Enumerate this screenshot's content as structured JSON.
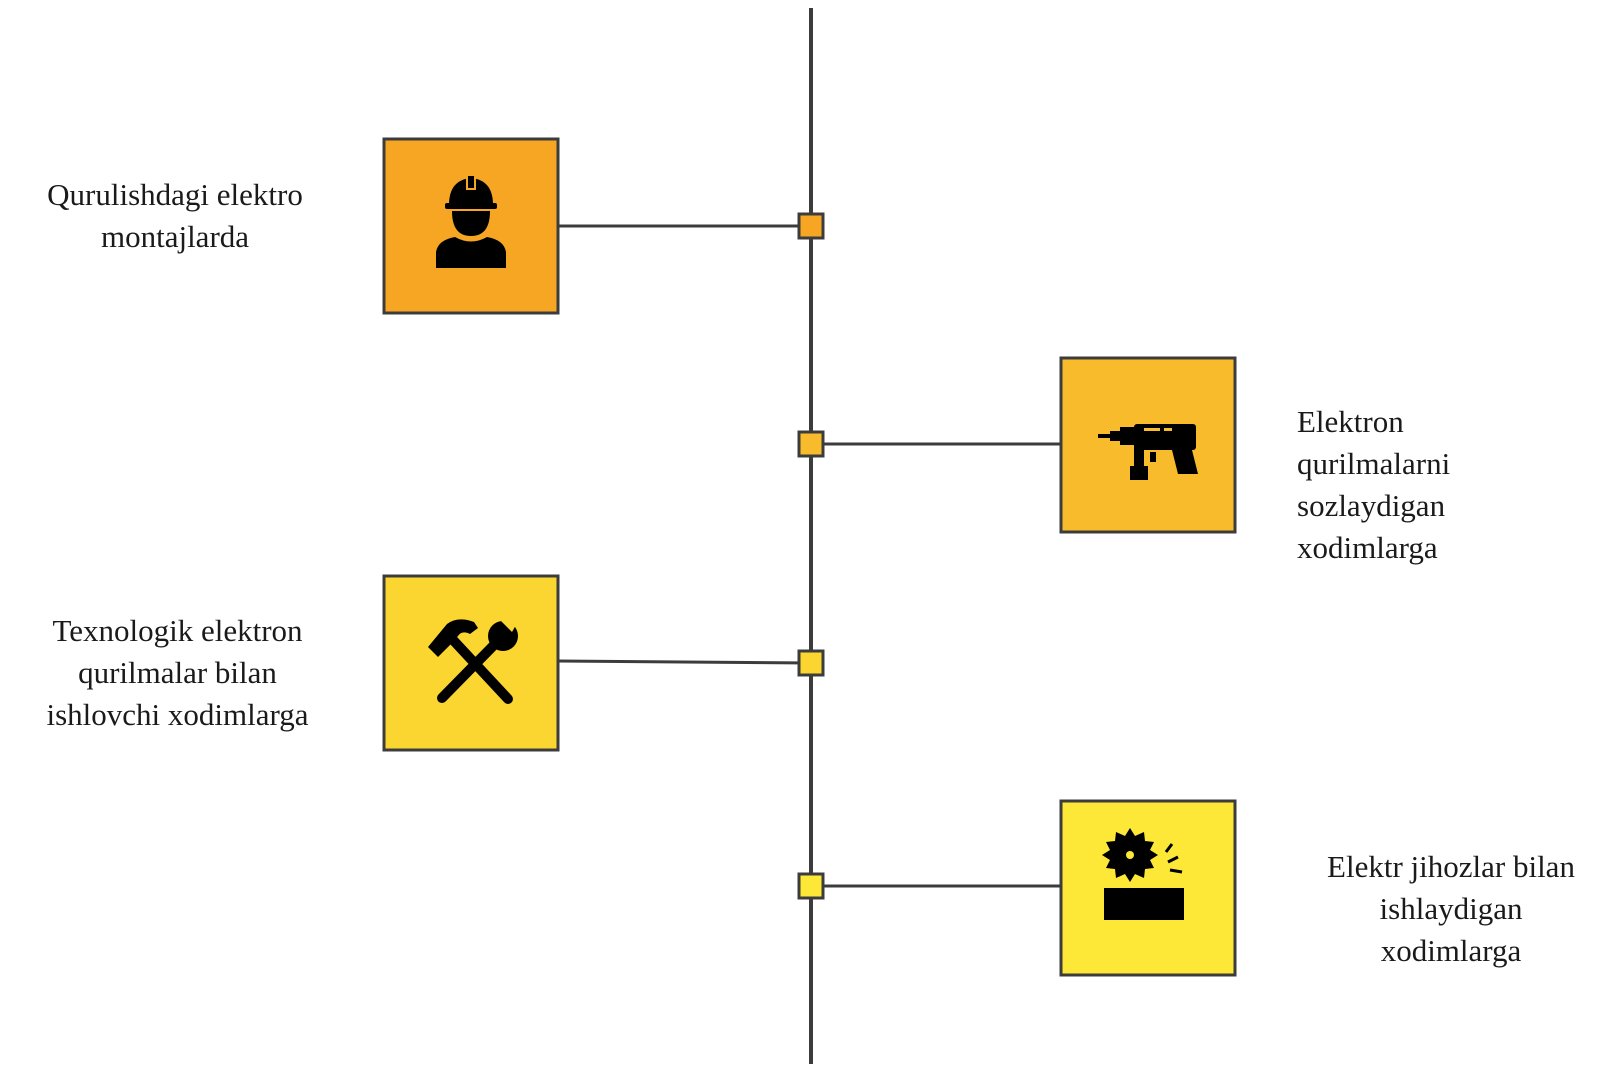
{
  "diagram": {
    "items": [
      {
        "text": "Qurulishdagi elektro\nmontajlarda",
        "icon": "construction-worker-icon",
        "color": "#F6A623"
      },
      {
        "text": "Elektron\nqurilmalarni\nsozlaydigan\nxodimlarga",
        "icon": "power-drill-icon",
        "color": "#F8BB2B"
      },
      {
        "text": "Texnologik elektron\nqurilmalar bilan\nishlovchi xodimlarga",
        "icon": "hammer-wrench-icon",
        "color": "#FBD630"
      },
      {
        "text": "Elektr jihozlar bilan\nishlaydigan\nxodimlarga",
        "icon": "circular-saw-icon",
        "color": "#FDE838"
      }
    ],
    "colors": {
      "line": "#3c3c3c",
      "icon": "#000000"
    }
  }
}
